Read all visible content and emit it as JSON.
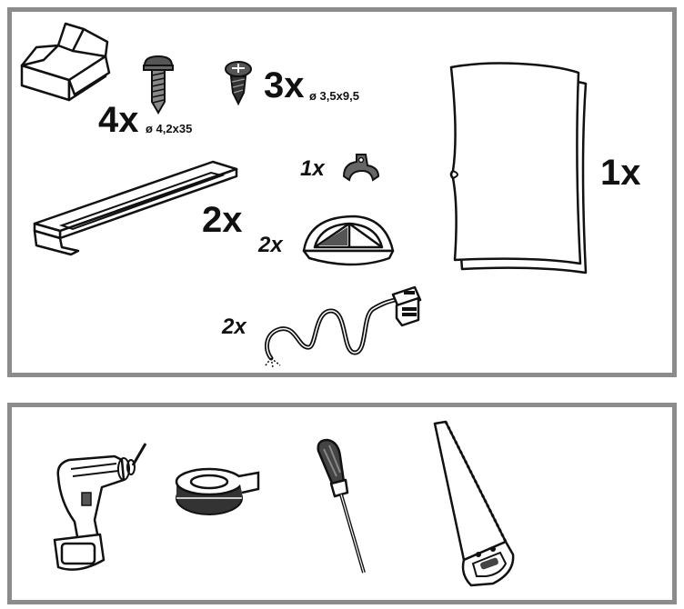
{
  "parts": {
    "screws_large": {
      "qty": "4x",
      "spec": "ø 4,2x35",
      "icon": "screw-icon"
    },
    "screws_small": {
      "qty": "3x",
      "spec": "ø 3,5x9,5",
      "icon": "screw-icon"
    },
    "clip": {
      "qty": "1x",
      "icon": "clip-icon"
    },
    "bracket": {
      "qty": "2x",
      "icon": "bracket-icon"
    },
    "cover": {
      "qty": "2x",
      "icon": "semicircle-cover-icon"
    },
    "cable": {
      "qty": "2x",
      "icon": "power-cable-icon"
    },
    "template": {
      "qty": "1x",
      "icon": "paper-template-icon"
    }
  },
  "tools": [
    "drill-icon",
    "tape-icon",
    "screwdriver-icon",
    "saw-icon"
  ],
  "colors": {
    "border": "#8c8c8c",
    "ink": "#111111",
    "part_gray": "#555555"
  }
}
